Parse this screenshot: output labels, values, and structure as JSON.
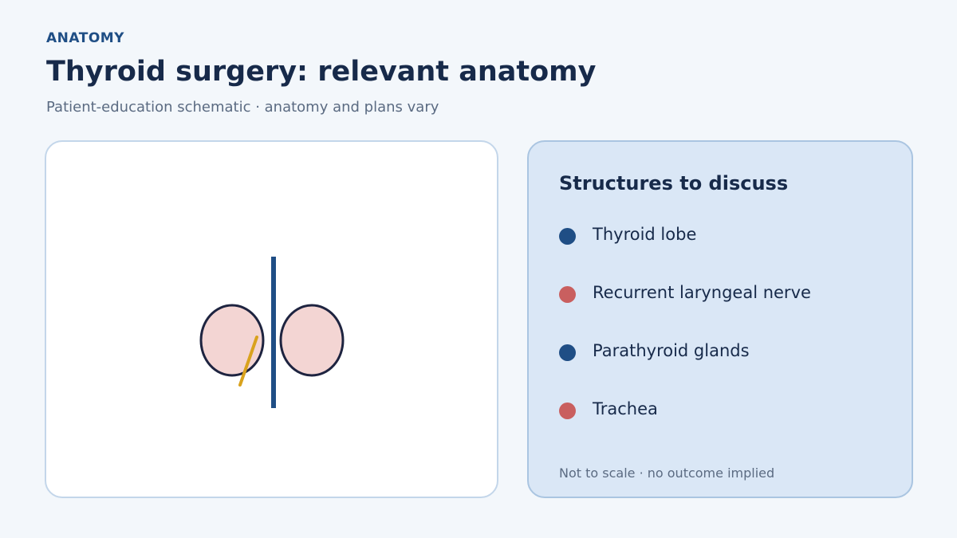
{
  "header": {
    "eyebrow": "ANATOMY",
    "title": "Thyroid surgery: relevant anatomy",
    "subtitle": "Patient-education schematic · anatomy and plans vary"
  },
  "diagram": {
    "colors": {
      "lobe_fill": "#f3d5d3",
      "lobe_stroke": "#1e2440",
      "trachea": "#1f4e85",
      "nerve": "#d9a21d"
    }
  },
  "legend": {
    "title": "Structures to discuss",
    "items": [
      {
        "label": "Thyroid lobe",
        "color": "#1f4e85"
      },
      {
        "label": "Recurrent laryngeal nerve",
        "color": "#c95f5f"
      },
      {
        "label": "Parathyroid glands",
        "color": "#1f4e85"
      },
      {
        "label": "Trachea",
        "color": "#c95f5f"
      }
    ],
    "footnote": "Not to scale · no outcome implied"
  }
}
